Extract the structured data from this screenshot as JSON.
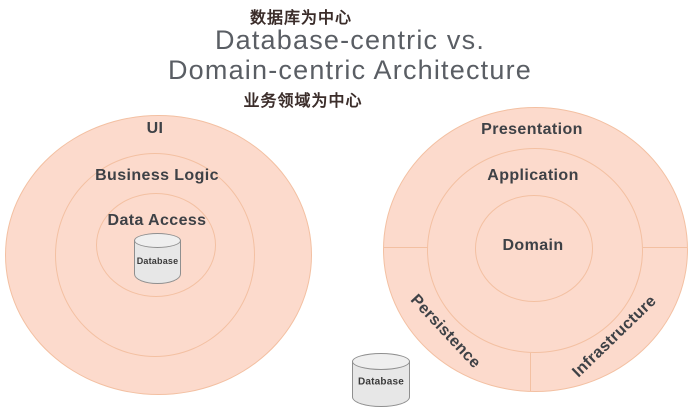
{
  "header": {
    "chinese_top": "数据库为中心",
    "title_line1": "Database-centric vs.",
    "title_line2": "Domain-centric Architecture",
    "chinese_bottom": "业务领域为中心"
  },
  "left_diagram": {
    "rings": [
      "UI",
      "Business Logic",
      "Data Access"
    ],
    "center_item": "Database"
  },
  "right_diagram": {
    "rings": [
      "Presentation",
      "Application",
      "Domain"
    ],
    "outer_sectors": [
      "Persistence",
      "Infrastructure"
    ],
    "external_item": "Database"
  },
  "colors": {
    "circle_fill": "#fcdacc",
    "circle_stroke": "#f3c0a2",
    "title_text": "#5a5e64",
    "chinese_text": "#3b2d2a",
    "label_text": "#3e4146",
    "cylinder_fill": "#e7e7e7",
    "cylinder_stroke": "#8f8f8f"
  }
}
